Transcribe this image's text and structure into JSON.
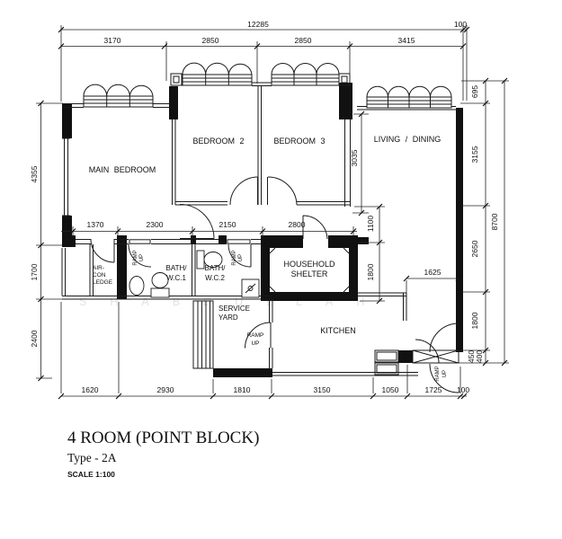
{
  "title": {
    "main": "4 ROOM (POINT BLOCK)",
    "type": "Type - 2A",
    "scale": "SCALE  1:100"
  },
  "rooms": {
    "main_bedroom": "MAIN BEDROOM",
    "bedroom2": "BEDROOM 2",
    "bedroom3": "BEDROOM 3",
    "living": "LIVING / DINING",
    "kitchen": "KITCHEN",
    "service_yard": [
      "SERVICE",
      "YARD"
    ],
    "household_shelter": [
      "HOUSEHOLD",
      "SHELTER"
    ],
    "bath_wc1": [
      "BATH/",
      "W.C.1"
    ],
    "bath_wc2": [
      "BATH/",
      "W.C.2"
    ],
    "aircon_ledge": [
      "AIR-",
      "CON",
      "LEDGE"
    ],
    "ramp": "RAMP",
    "up": "UP"
  },
  "dims": {
    "overall_width": "12285",
    "overall_height": "8700",
    "top": [
      "3170",
      "2850",
      "2850",
      "3415"
    ],
    "top_offset": "100",
    "left": [
      "4355",
      "1700",
      "2400"
    ],
    "interior_row": [
      "1370",
      "2300",
      "2150",
      "2800"
    ],
    "right": [
      "695",
      "3155",
      "2650",
      "1800"
    ],
    "right_small": [
      "450",
      "400"
    ],
    "interior_right": [
      "3035",
      "1100",
      "1800"
    ],
    "kitchen_entry": "1625",
    "bottom": [
      "1620",
      "2930",
      "1810",
      "3150",
      "1050",
      "1725"
    ],
    "bottom_offset": "100"
  },
  "watermark": "SHABDULLAH"
}
